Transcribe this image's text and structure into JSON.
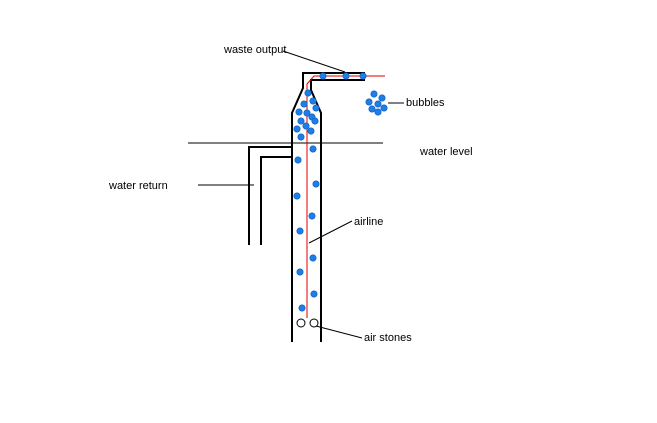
{
  "labels": {
    "waste_output": "waste output",
    "bubbles": "bubbles",
    "water_level": "water level",
    "water_return": "water return",
    "airline": "airline",
    "air_stones": "air stones"
  },
  "colors": {
    "outline": "#000000",
    "airline": "#e00000",
    "bubble": "#1e7ee6",
    "background": "#ffffff"
  }
}
